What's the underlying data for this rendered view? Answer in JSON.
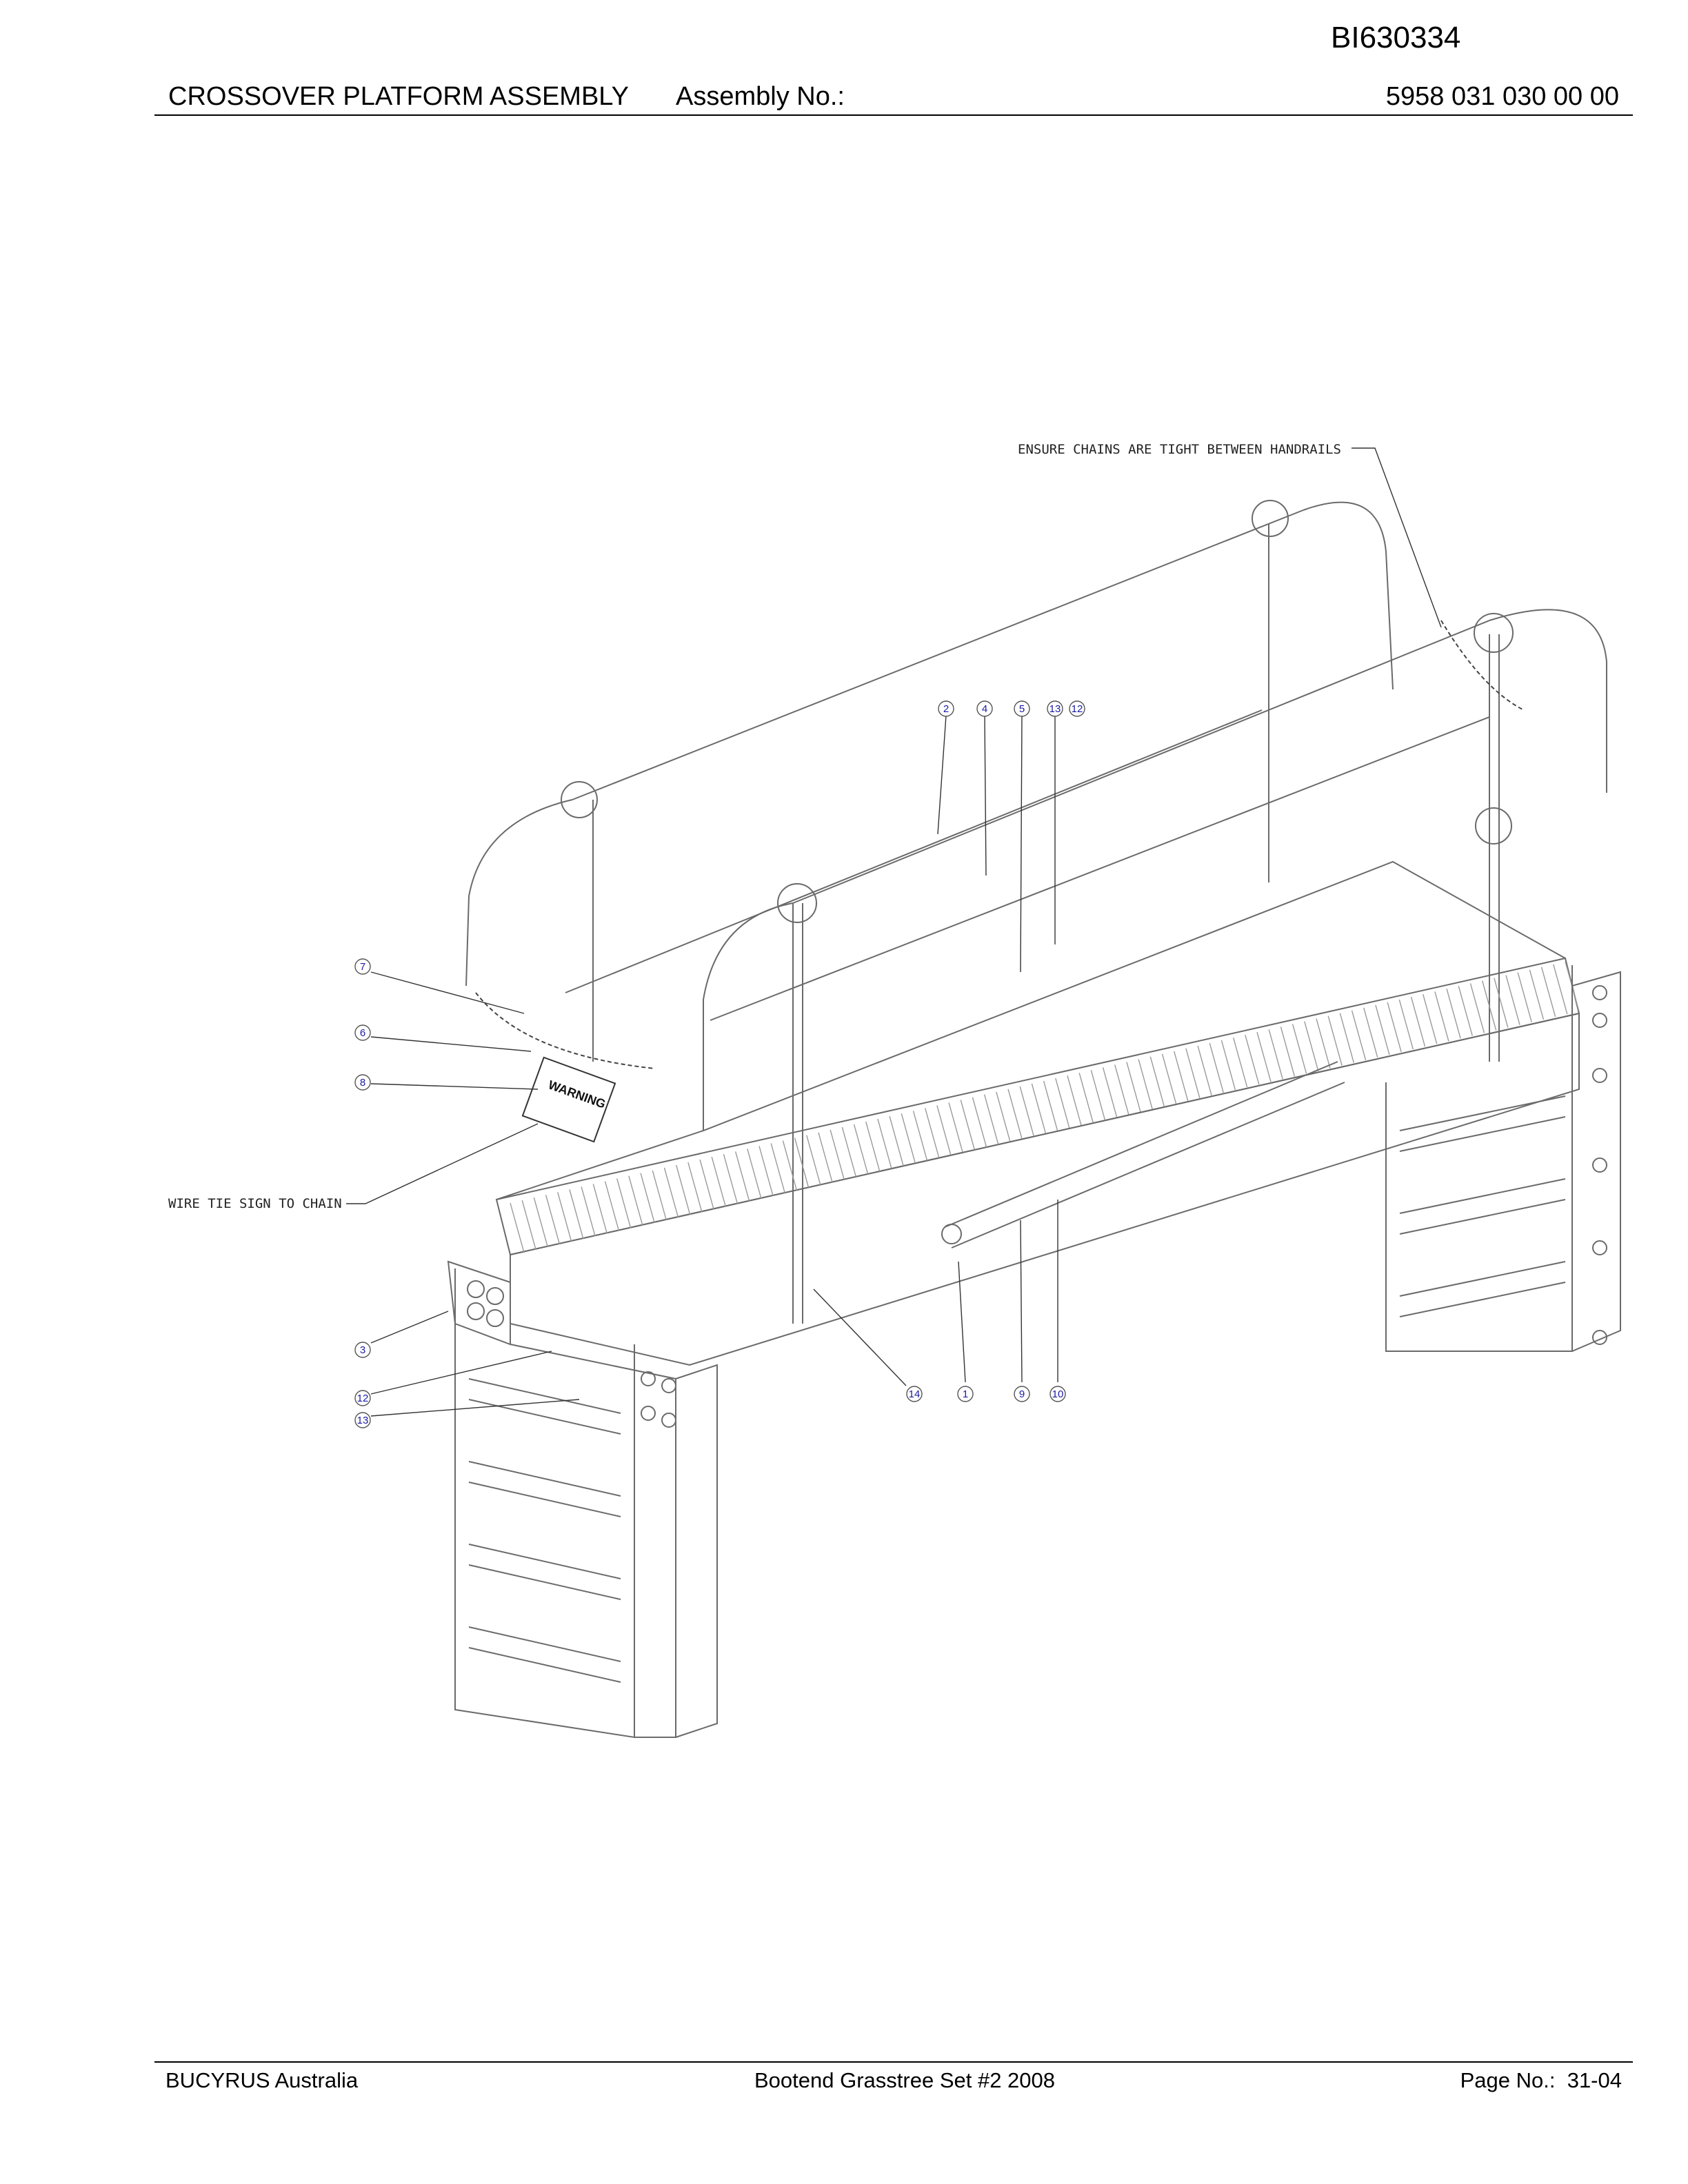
{
  "document": {
    "id": "BI630334",
    "title": "CROSSOVER PLATFORM ASSEMBLY",
    "assembly_label": "Assembly No.:",
    "assembly_number": "5958 031 030 00 00"
  },
  "footer": {
    "company": "BUCYRUS Australia",
    "project": "Bootend Grasstree Set #2 2008",
    "page_label": "Page No.:",
    "page_number": "31-04"
  },
  "notes": {
    "chains": "ENSURE CHAINS ARE TIGHT BETWEEN HANDRAILS",
    "wire_tie": "WIRE TIE SIGN TO CHAIN",
    "warning_sign": "WARNING"
  },
  "callouts": {
    "top": [
      "2",
      "4",
      "5",
      "13",
      "12"
    ],
    "left": [
      "7",
      "6",
      "8"
    ],
    "lower_left": [
      "3",
      "12",
      "13"
    ],
    "bottom": [
      "14",
      "1",
      "9",
      "10"
    ]
  }
}
